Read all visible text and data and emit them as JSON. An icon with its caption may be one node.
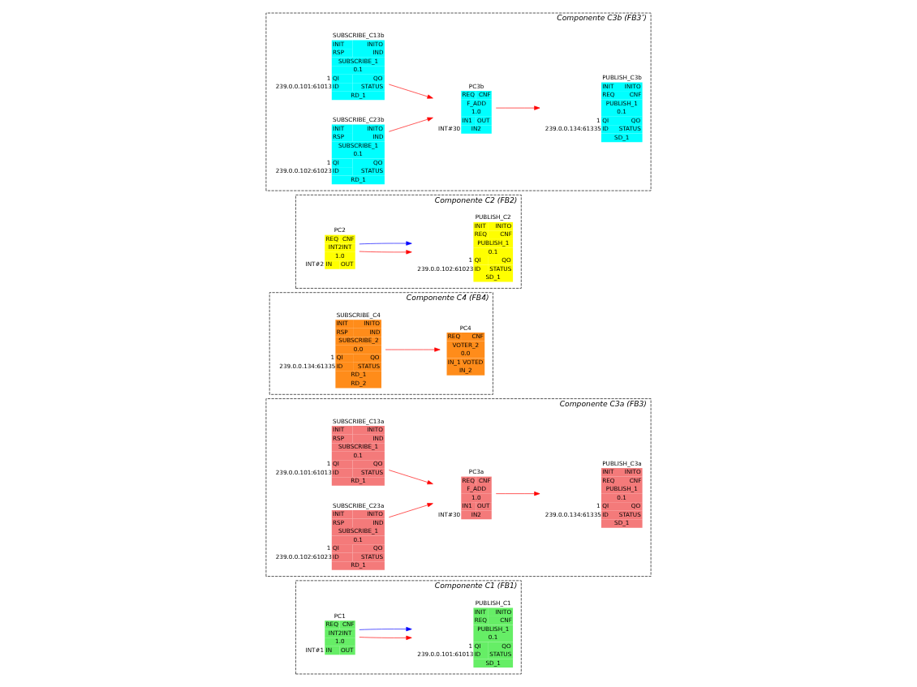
{
  "diagram": {
    "nodes": [
      {
        "text": [
          "Componente C1 (FB1)"
        ]
      },
      {
        "text": [
          "PC1",
          "REQ",
          "CNF",
          "INT2INT",
          "1.0",
          "IN",
          "OUT"
        ],
        "beside": [
          "INT#1"
        ],
        "in": 0
      },
      {
        "text": [
          "PUBLISH_C1",
          "INIT",
          "INITO",
          "REQ",
          "CNF",
          "PUBLISH_1",
          "0.1",
          "QI",
          "QO",
          "ID",
          "STATUS",
          "SD_1"
        ],
        "beside": [
          "1",
          "239.0.0.101:61013"
        ],
        "in": 0
      },
      {
        "text": [
          "Componente C3a (FB3)"
        ]
      },
      {
        "text": [
          "SUBSCRIBE_C13a",
          "INIT",
          "INITO",
          "RSP",
          "IND",
          "SUBSCRIBE_1",
          "0.1",
          "QI",
          "QO",
          "ID",
          "STATUS",
          "RD_1"
        ],
        "beside": [
          "1",
          "239.0.0.101:61013"
        ],
        "in": 3
      },
      {
        "text": [
          "SUBSCRIBE_C23a",
          "INIT",
          "INITO",
          "RSP",
          "IND",
          "SUBSCRIBE_1",
          "0.1",
          "QI",
          "QO",
          "ID",
          "STATUS",
          "RD_1"
        ],
        "beside": [
          "1",
          "239.0.0.102:61023"
        ],
        "in": 3
      },
      {
        "text": [
          "PC3a",
          "REQ",
          "CNF",
          "F_ADD",
          "1.0",
          "IN1",
          "OUT",
          "IN2"
        ],
        "beside": [
          "INT#30"
        ],
        "in": 3
      },
      {
        "text": [
          "PUBLISH_C3a",
          "INIT",
          "INITO",
          "REQ",
          "CNF",
          "PUBLISH_1",
          "0.1",
          "QI",
          "QO",
          "ID",
          "STATUS",
          "SD_1"
        ],
        "beside": [
          "1",
          "239.0.0.134:61335"
        ],
        "in": 3
      },
      {
        "text": [
          "Componente C4 (FB4)"
        ]
      },
      {
        "text": [
          "SUBSCRIBE_C4",
          "INIT",
          "INITO",
          "RSP",
          "IND",
          "SUBSCRIBE_2",
          "0.0",
          "QI",
          "QO",
          "ID",
          "STATUS",
          "RD_1",
          "RD_2"
        ],
        "beside": [
          "1",
          "239.0.0.134:61335"
        ],
        "in": 8
      },
      {
        "text": [
          "PC4",
          "REQ",
          "CNF",
          "VOTER_2",
          "0.0",
          "IN_1",
          "VOTED",
          "IN_2"
        ],
        "in": 8
      },
      {
        "text": [
          "Componente C2 (FB2)"
        ]
      },
      {
        "text": [
          "PC2",
          "REQ",
          "CNF",
          "INT2INT",
          "1.0",
          "IN",
          "OUT"
        ],
        "beside": [
          "INT#2"
        ],
        "in": 11
      },
      {
        "text": [
          "PUBLISH_C2",
          "INIT",
          "INITO",
          "REQ",
          "CNF",
          "PUBLISH_1",
          "0.1",
          "QI",
          "QO",
          "ID",
          "STATUS",
          "SD_1"
        ],
        "beside": [
          "1",
          "239.0.0.102:61023"
        ],
        "in": 11
      },
      {
        "text": [
          "Componente C3b (FB3’)"
        ]
      },
      {
        "text": [
          "SUBSCRIBE_C13b",
          "INIT",
          "INITO",
          "RSP",
          "IND",
          "SUBSCRIBE_1",
          "0.1",
          "QI",
          "QO",
          "ID",
          "STATUS",
          "RD_1"
        ],
        "beside": [
          "1",
          "239.0.0.101:61013"
        ],
        "in": 14
      },
      {
        "text": [
          "SUBSCRIBE_C23b",
          "INIT",
          "INITO",
          "RSP",
          "IND",
          "SUBSCRIBE_1",
          "0.1",
          "QI",
          "QO",
          "ID",
          "STATUS",
          "RD_1"
        ],
        "beside": [
          "1",
          "239.0.0.102:61023"
        ],
        "in": 14
      },
      {
        "text": [
          "PC3b",
          "REQ",
          "CNF",
          "F_ADD",
          "1.0",
          "IN1",
          "OUT",
          "IN2"
        ],
        "beside": [
          "INT#30"
        ],
        "in": 14
      },
      {
        "text": [
          "PUBLISH_C3b",
          "INIT",
          "INITO",
          "REQ",
          "CNF",
          "PUBLISH_1",
          "0.1",
          "QI",
          "QO",
          "ID",
          "STATUS",
          "SD_1"
        ],
        "beside": [
          "1",
          "239.0.0.134:61335"
        ],
        "in": 14
      }
    ],
    "edges": [
      {
        "from": 1,
        "to": 2,
        "arrow": "to"
      },
      {
        "from": 1,
        "to": 2,
        "arrow": "to",
        "color": "#0000ff"
      },
      {
        "from": 4,
        "to": 6,
        "arrow": "to"
      },
      {
        "from": 5,
        "to": 6,
        "arrow": "to"
      },
      {
        "from": 6,
        "to": 7,
        "arrow": "to"
      },
      {
        "from": 9,
        "to": 10,
        "arrow": "to"
      },
      {
        "from": 12,
        "to": 13,
        "arrow": "to"
      },
      {
        "from": 12,
        "to": 13,
        "arrow": "to",
        "color": "#0000ff"
      },
      {
        "from": 15,
        "to": 17,
        "arrow": "to"
      },
      {
        "from": 16,
        "to": 17,
        "arrow": "to"
      },
      {
        "from": 17,
        "to": 18,
        "arrow": "to"
      }
    ]
  }
}
